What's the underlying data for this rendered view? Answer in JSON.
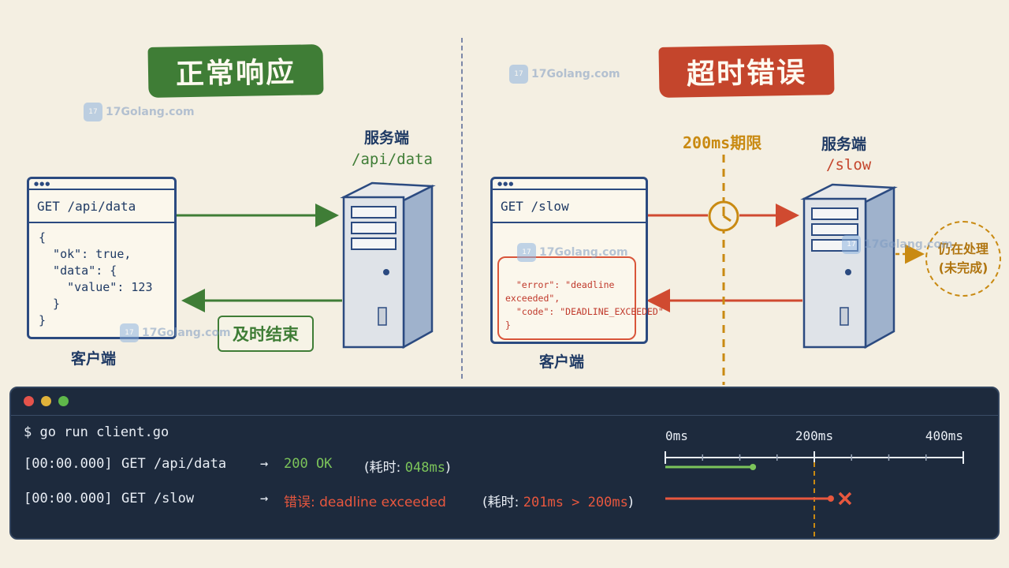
{
  "left": {
    "title": "正常响应",
    "server_label": "服务端",
    "server_path": "/api/data",
    "client_label": "客户端",
    "request": "GET /api/data",
    "response_lines": [
      "{",
      "  \"ok\": true,",
      "  \"data\": {",
      "    \"value\": 123",
      "  }",
      "}"
    ],
    "badge": "及时结束"
  },
  "right": {
    "title": "超时错误",
    "server_label": "服务端",
    "server_path": "/slow",
    "client_label": "客户端",
    "request": "GET /slow",
    "error_lines": [
      "  \"error\": \"deadline",
      "exceeded\",",
      "  \"code\": \"DEADLINE_EXCEEDED\"",
      "}"
    ],
    "limit": "200ms期限",
    "pending_line1": "仍在处理",
    "pending_line2": "(未完成)"
  },
  "watermark": {
    "brand": "17Golang.com"
  },
  "terminal": {
    "command": "$ go run client.go",
    "rows": [
      {
        "ts": "[00:00.000]",
        "req": "GET /api/data",
        "arrow": "→",
        "result": "200 OK",
        "time_prefix": "(耗时: ",
        "time_value": "048ms",
        "time_suffix": ")"
      },
      {
        "ts": "[00:00.000]",
        "req": "GET /slow",
        "arrow": "→",
        "result": "错误: deadline exceeded",
        "time_prefix": "(耗时: ",
        "time_value": "201ms > 200ms",
        "time_suffix": ")"
      }
    ],
    "timeline": {
      "tick_labels": [
        "0ms",
        "200ms",
        "400ms"
      ],
      "max_ms": 400,
      "deadline_ms": 200,
      "ok_ms": 48,
      "slow_ms": 201
    }
  },
  "colors": {
    "green": "#3f7d36",
    "red": "#c4452c",
    "amber": "#c98a12",
    "navy": "#1f3a64"
  }
}
